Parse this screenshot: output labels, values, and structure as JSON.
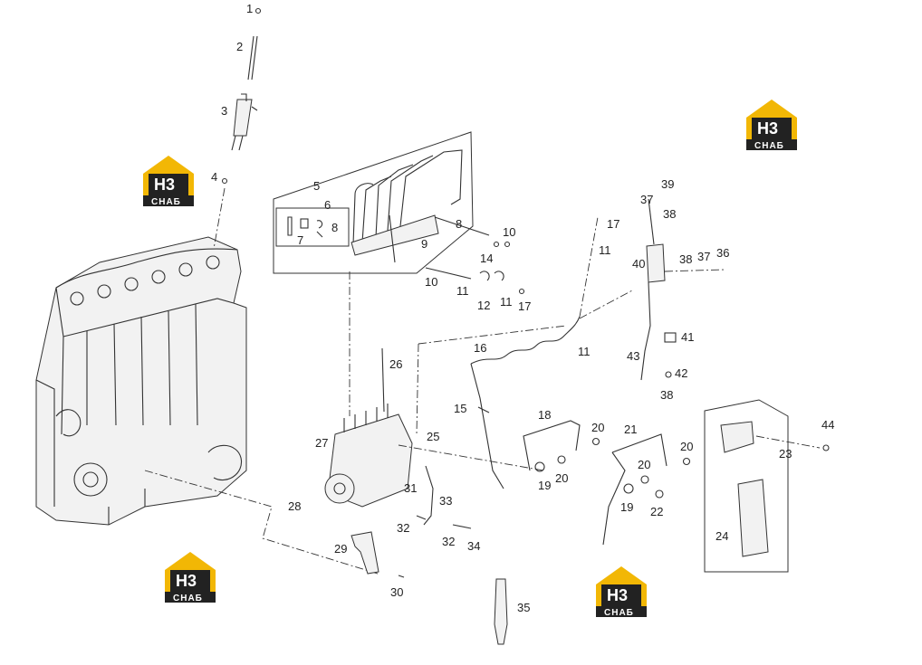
{
  "logo": {
    "top_text": "H3",
    "bottom_text": "СНАБ",
    "colors": {
      "accent": "#f2b705",
      "dark": "#222222"
    }
  },
  "callouts": [
    "1",
    "2",
    "3",
    "4",
    "5",
    "6",
    "7",
    "8",
    "8",
    "9",
    "10",
    "10",
    "11",
    "11",
    "11",
    "11",
    "12",
    "14",
    "15",
    "16",
    "17",
    "17",
    "18",
    "19",
    "19",
    "20",
    "20",
    "20",
    "20",
    "21",
    "22",
    "23",
    "24",
    "25",
    "26",
    "27",
    "28",
    "29",
    "30",
    "31",
    "32",
    "32",
    "33",
    "34",
    "35",
    "36",
    "37",
    "37",
    "38",
    "38",
    "38",
    "39",
    "40",
    "41",
    "42",
    "43",
    "44"
  ]
}
